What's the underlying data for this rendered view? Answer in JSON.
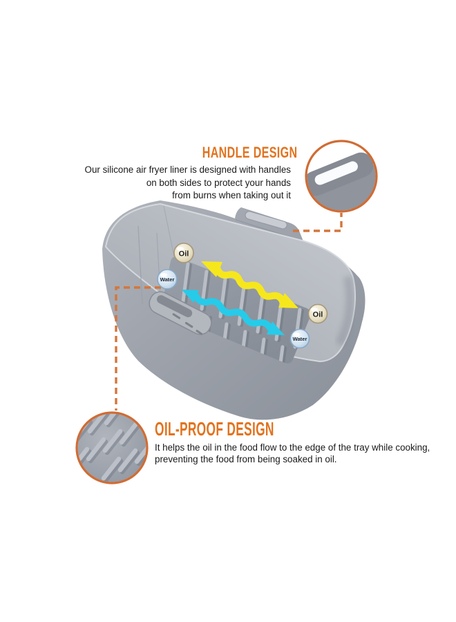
{
  "features": {
    "handle": {
      "title": "HANDLE DESIGN",
      "lines": [
        "Our silicone air fryer liner is designed with handles",
        "on both sides to protect your hands",
        "from burns when taking out it"
      ]
    },
    "oil_proof": {
      "title": "OIL-PROOF DESIGN",
      "lines": [
        "It helps the oil in the food flow to the edge of the tray while cooking,",
        "preventing the food from being soaked in oil."
      ]
    }
  },
  "droplet_labels": {
    "oil": "Oil",
    "water": "Water"
  },
  "colors": {
    "background": "#ffffff",
    "accent_orange": "#e2731f",
    "callout_ring": "#d06c34",
    "dashed_connector": "#d4763b",
    "arrow_yellow": "#f6e71d",
    "arrow_cyan": "#26cbe9",
    "basket_gray": "#9aa0a9",
    "body_text": "#191919"
  }
}
